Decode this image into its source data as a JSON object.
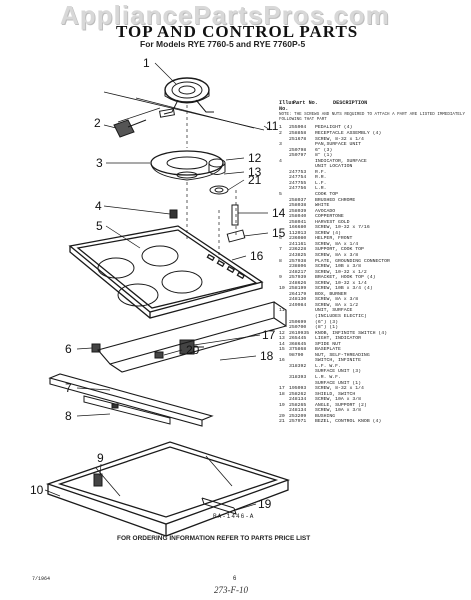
{
  "watermark": "AppliancePartsPros.com",
  "title": "TOP AND CONTROL PARTS",
  "subtitle": "For Models RYE 7760-5 and RYE 7760P-5",
  "callouts": [
    "1",
    "2",
    "3",
    "4",
    "5",
    "6",
    "7",
    "8",
    "9",
    "10",
    "11",
    "12",
    "13",
    "14",
    "15",
    "16",
    "17",
    "18",
    "19",
    "20",
    "21"
  ],
  "parts_list": {
    "headers": {
      "illus": "Illus. No.",
      "part": "Part No.",
      "description": "DESCRIPTION"
    },
    "note": "NOTE: THE SCREWS AND NUTS REQUIRED TO ATTACH A PART ARE LISTED IMMEDIATELY FOLLOWING THAT PART",
    "rows": [
      {
        "illus": "1",
        "part": "255904",
        "desc": "PEDALIGHT (4)"
      },
      {
        "illus": "2",
        "part": "258858",
        "desc": "RECEPTACLE ASSEMBLY (4)"
      },
      {
        "illus": "",
        "part": "251678",
        "desc": "SCREW, 8-32 x 1/4"
      },
      {
        "illus": "3",
        "part": "",
        "desc": "PAN,SURFACE UNIT"
      },
      {
        "illus": "",
        "part": "250798",
        "desc": "6\" (3)"
      },
      {
        "illus": "",
        "part": "250797",
        "desc": "8\" (1)"
      },
      {
        "illus": "4",
        "part": "",
        "desc": "INDICATOR, SURFACE"
      },
      {
        "illus": "",
        "part": "",
        "desc": "UNIT LOCATION"
      },
      {
        "illus": "",
        "part": "247753",
        "desc": "R.F."
      },
      {
        "illus": "",
        "part": "247754",
        "desc": "R.R."
      },
      {
        "illus": "",
        "part": "247755",
        "desc": "L.F."
      },
      {
        "illus": "",
        "part": "247756",
        "desc": "L.R."
      },
      {
        "illus": "5",
        "part": "",
        "desc": "COOK TOP"
      },
      {
        "illus": "",
        "part": "258037",
        "desc": "BRUSHED CHROME"
      },
      {
        "illus": "",
        "part": "258038",
        "desc": "WHITE"
      },
      {
        "illus": "",
        "part": "258039",
        "desc": "AVOCADO"
      },
      {
        "illus": "",
        "part": "258040",
        "desc": "COPPERTONE"
      },
      {
        "illus": "",
        "part": "258041",
        "desc": "HARVEST GOLD"
      },
      {
        "illus": "",
        "part": "166680",
        "desc": "SCREW, 10-32 x 7/16"
      },
      {
        "illus": "",
        "part": "112013",
        "desc": "SCREW (4)"
      },
      {
        "illus": "6",
        "part": "236080",
        "desc": "HELPER, FRONT"
      },
      {
        "illus": "",
        "part": "241161",
        "desc": "SCREW, 8A x 1/4"
      },
      {
        "illus": "7",
        "part": "236228",
        "desc": "SUPPORT, COOK TOP"
      },
      {
        "illus": "",
        "part": "243825",
        "desc": "SCREW, 8A x 3/8"
      },
      {
        "illus": "8",
        "part": "257938",
        "desc": "PLATE, GROUNDING CONNECTOR"
      },
      {
        "illus": "",
        "part": "238806",
        "desc": "SCREW, 10B x 3/8"
      },
      {
        "illus": "",
        "part": "248217",
        "desc": "SCREW, 10-32 x 1/2"
      },
      {
        "illus": "9",
        "part": "257939",
        "desc": "BRACKET, HOOK TOP (4)"
      },
      {
        "illus": "",
        "part": "248626",
        "desc": "SCREW, 10-32 x 1/4"
      },
      {
        "illus": "10",
        "part": "258199",
        "desc": "SCREW, 10B x 3/4 (4)"
      },
      {
        "illus": "",
        "part": "264179",
        "desc": "BOX, BURNER"
      },
      {
        "illus": "",
        "part": "248130",
        "desc": "SCREW, 8A x 3/8"
      },
      {
        "illus": "",
        "part": "249984",
        "desc": "SCREW, 8A x 1/2"
      },
      {
        "illus": "11",
        "part": "",
        "desc": "UNIT, SURFACE"
      },
      {
        "illus": "",
        "part": "",
        "desc": "(INCLUDES ELECTIC)"
      },
      {
        "illus": "",
        "part": "250699",
        "desc": "(6\") (3)"
      },
      {
        "illus": "",
        "part": "250700",
        "desc": "(8\") (1)"
      },
      {
        "illus": "12",
        "part": "2619935",
        "desc": "KNOB, INFINITE SWITCH (4)"
      },
      {
        "illus": "13",
        "part": "265445",
        "desc": "LIGHT, INDICATOR"
      },
      {
        "illus": "14",
        "part": "368645",
        "desc": "SPIDE NUT"
      },
      {
        "illus": "15",
        "part": "375868",
        "desc": "BASEPLATE"
      },
      {
        "illus": "",
        "part": "98790",
        "desc": "NUT, SELF-THREADING"
      },
      {
        "illus": "16",
        "part": "",
        "desc": "SWITCH, INFINITE"
      },
      {
        "illus": "",
        "part": "318392",
        "desc": "L.F. W.F."
      },
      {
        "illus": "",
        "part": "",
        "desc": "SURFACE UNIT (3)"
      },
      {
        "illus": "",
        "part": "318393",
        "desc": "L.R. W.F."
      },
      {
        "illus": "",
        "part": "",
        "desc": "SURFACE UNIT (1)"
      },
      {
        "illus": "17",
        "part": "195093",
        "desc": "SCREW, 8-32 x 1/4"
      },
      {
        "illus": "18",
        "part": "258262",
        "desc": "SHIELD, SWITCH"
      },
      {
        "illus": "",
        "part": "248134",
        "desc": "SCREW, 10A x 3/8"
      },
      {
        "illus": "19",
        "part": "258265",
        "desc": "ANGLE, SUPPORT (2)"
      },
      {
        "illus": "",
        "part": "248134",
        "desc": "SCREW, 10A x 3/8"
      },
      {
        "illus": "20",
        "part": "253209",
        "desc": "BUSHING"
      },
      {
        "illus": "21",
        "part": "257971",
        "desc": "BEZEL, CONTROL KNOB (4)"
      }
    ]
  },
  "footer": {
    "figure_code": "RA-1446-A",
    "ordering_note": "FOR ORDERING INFORMATION REFER TO PARTS PRICE LIST",
    "date": "7/1964",
    "page": "6",
    "handwritten": "273-F-10"
  }
}
